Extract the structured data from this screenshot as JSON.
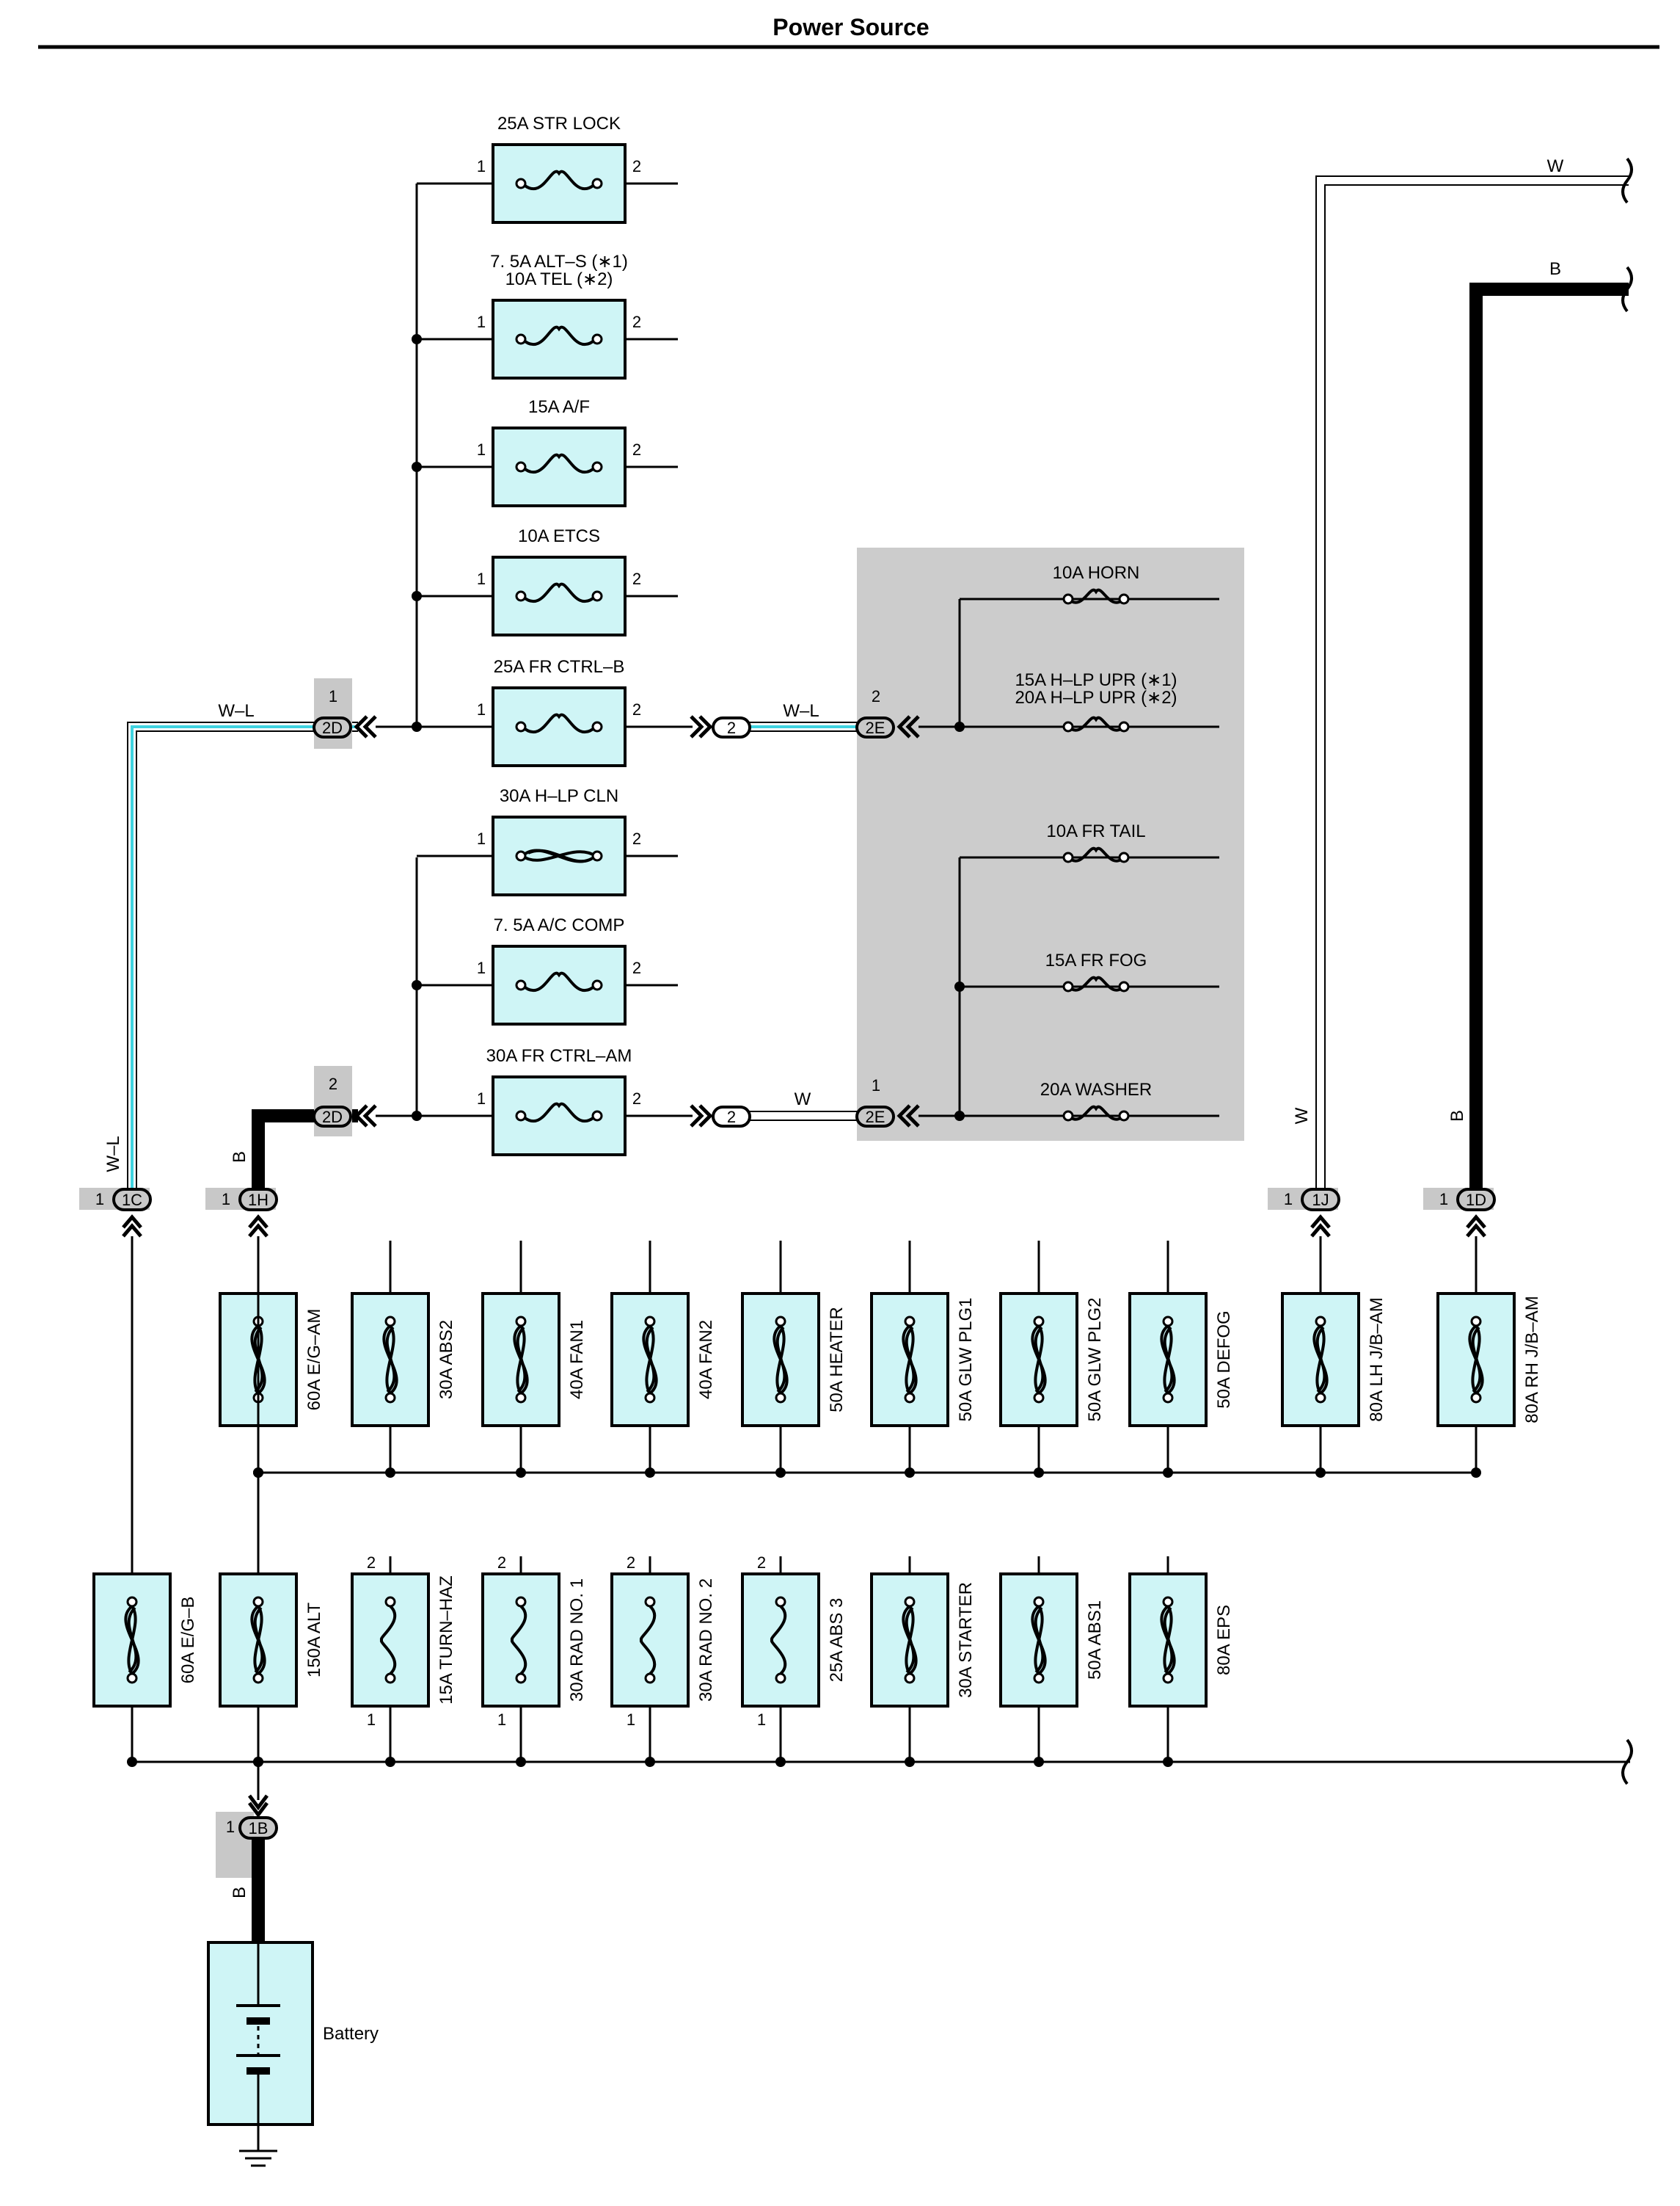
{
  "title": "Power Source",
  "colors": {
    "fuse_fill": "#cff5f6",
    "jb_gray": "#cccccc",
    "connector_gray": "#c8c8c8",
    "wire_wl": "#3fd3e0"
  },
  "top_fuses": [
    {
      "line1": "25A STR LOCK",
      "line2": "",
      "pin_in": "1",
      "pin_out": "2"
    },
    {
      "line1": "7. 5A ALT–S (∗1)",
      "line2": "10A TEL (∗2)",
      "pin_in": "1",
      "pin_out": "2"
    },
    {
      "line1": "15A A/F",
      "line2": "",
      "pin_in": "1",
      "pin_out": "2"
    },
    {
      "line1": "10A ETCS",
      "line2": "",
      "pin_in": "1",
      "pin_out": "2"
    },
    {
      "line1": "25A FR CTRL–B",
      "line2": "",
      "pin_in": "1",
      "pin_out": "2"
    },
    {
      "line1": "30A H–LP CLN",
      "line2": "",
      "pin_in": "1",
      "pin_out": "2"
    },
    {
      "line1": "7. 5A A/C COMP",
      "line2": "",
      "pin_in": "1",
      "pin_out": "2"
    },
    {
      "line1": "30A FR CTRL–AM",
      "line2": "",
      "pin_in": "1",
      "pin_out": "2"
    }
  ],
  "relay_box_fuses": [
    {
      "line1": "10A HORN",
      "line2": ""
    },
    {
      "line1": "15A H–LP UPR (∗1)",
      "line2": "20A H–LP UPR (∗2)"
    },
    {
      "line1": "10A FR TAIL",
      "line2": ""
    },
    {
      "line1": "15A FR FOG",
      "line2": ""
    },
    {
      "line1": "20A WASHER",
      "line2": ""
    }
  ],
  "row1_fuses": [
    "60A E/G–AM",
    "30A ABS2",
    "40A FAN1",
    "40A FAN2",
    "50A HEATER",
    "50A GLW PLG1",
    "50A GLW PLG2",
    "50A DEFOG",
    "80A LH J/B–AM",
    "80A RH J/B–AM"
  ],
  "row2_fuses": [
    "60A E/G–B",
    "150A ALT",
    "15A TURN–HAZ",
    "30A RAD NO. 1",
    "30A RAD NO. 2",
    "25A ABS 3",
    "30A STARTER",
    "50A ABS1",
    "80A EPS"
  ],
  "row2_pins": {
    "top": "2",
    "bottom": "1"
  },
  "connectors": {
    "c2D": "2D",
    "c2D_pin_top": "1",
    "c2D_pin_bottom": "2",
    "c2E": "2E",
    "c2E_pin_top": "2",
    "c2E_pin_bottom": "1",
    "inline": "2",
    "c1C": "1C",
    "c1H": "1H",
    "c1J": "1J",
    "c1D": "1D",
    "c1B": "1B",
    "pin": "1"
  },
  "wire_colors": {
    "wl": "W–L",
    "w": "W",
    "b": "B"
  },
  "battery_label": "Battery"
}
